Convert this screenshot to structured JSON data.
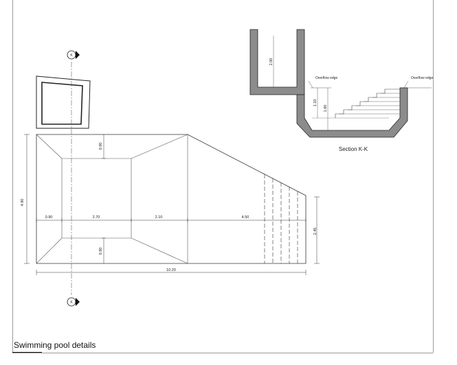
{
  "drawing": {
    "title": "Swimming pool details",
    "section_label": "Section K-K",
    "section_marker": "K",
    "overflow_note": "Overflow edge",
    "plan_dims": {
      "overall_length": "10.20",
      "overall_width": "4.90",
      "shallow_width": "2.45",
      "seg_1": "0.90",
      "seg_2": "2.70",
      "seg_3": "2.10",
      "seg_4": "4.50",
      "top_offset": "0.90",
      "bottom_offset": "0.90"
    },
    "section_dims": {
      "tank_depth": "2.00",
      "step_height": "1.10",
      "pool_depth": "1.60"
    }
  }
}
